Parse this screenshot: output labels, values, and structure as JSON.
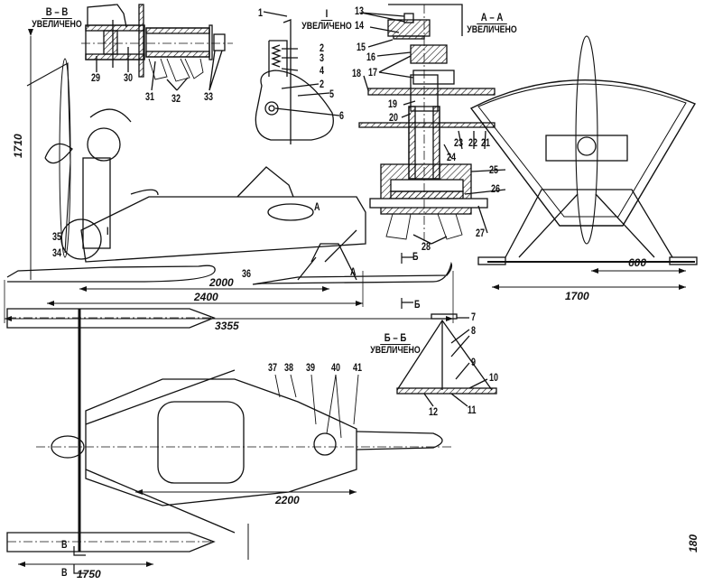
{
  "sections": {
    "vv": {
      "name": "В – В",
      "note": "УВЕЛИЧЕНО"
    },
    "i": {
      "name": "I",
      "note": "УВЕЛИЧЕНО"
    },
    "aa": {
      "name": "А – А",
      "note": "УВЕЛИЧЕНО"
    },
    "bb": {
      "name": "Б – Б",
      "note": "УВЕЛИЧЕНО"
    }
  },
  "callouts": {
    "vv": [
      "29",
      "30",
      "31",
      "32",
      "33"
    ],
    "i": [
      "1",
      "2",
      "3",
      "4",
      "2",
      "5",
      "6"
    ],
    "aa": [
      "13",
      "14",
      "15",
      "16",
      "17",
      "18",
      "19",
      "20",
      "21",
      "22",
      "23",
      "24",
      "25",
      "26",
      "27",
      "28"
    ],
    "side": [
      "35",
      "34",
      "36",
      "I",
      "А",
      "А",
      "Б",
      "Б"
    ],
    "top": [
      "37",
      "38",
      "39",
      "40",
      "41",
      "В",
      "В"
    ],
    "bb": [
      "7",
      "8",
      "9",
      "10",
      "11",
      "12"
    ]
  },
  "dimensions": {
    "height": "1710",
    "ski_base": "2000",
    "hull_length": "2400",
    "overall_length": "3355",
    "track": "1700",
    "half_track": "600",
    "top_length": "2200",
    "ski_width": "180",
    "front_track": "1750"
  }
}
